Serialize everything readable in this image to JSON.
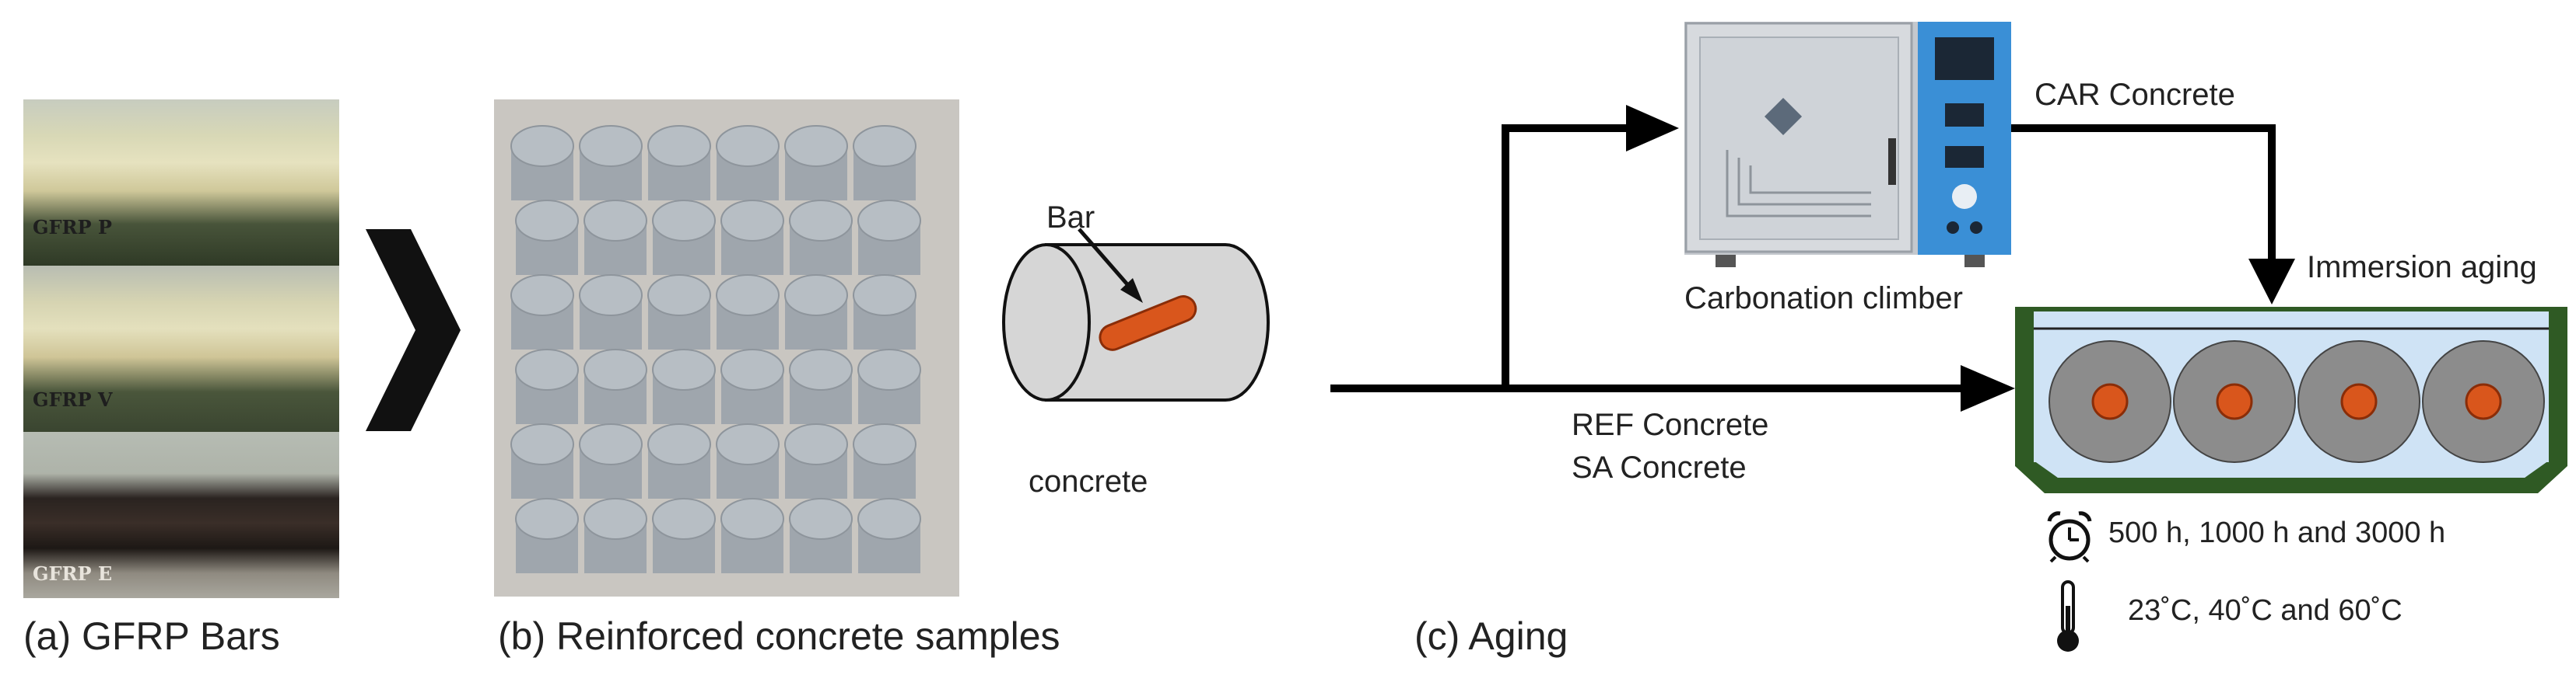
{
  "panels": {
    "a": {
      "caption": "(a) GFRP Bars",
      "bars": [
        {
          "label": "GFRP P"
        },
        {
          "label": "GFRP V"
        },
        {
          "label": "GFRP E"
        }
      ]
    },
    "b": {
      "caption": "(b) Reinforced concrete samples",
      "specimen": {
        "bar_label": "Bar",
        "body_label": "concrete"
      }
    },
    "c": {
      "caption": "(c) Aging",
      "chamber_label": "Carbonation climber",
      "car_label": "CAR Concrete",
      "ref_label": "REF Concrete",
      "sa_label": "SA Concrete",
      "tank_label": "Immersion aging",
      "time_text": "500 h, 1000 h and 3000 h",
      "temp_text": "23˚C, 40˚C and 60˚C"
    }
  },
  "colors": {
    "bar_orange": "#d9561c",
    "concrete_gray": "#d6d6d6",
    "tank_water": "#cfe3f5",
    "tank_frame": "#2f5a24",
    "sample_gray": "#8c8c8c"
  }
}
